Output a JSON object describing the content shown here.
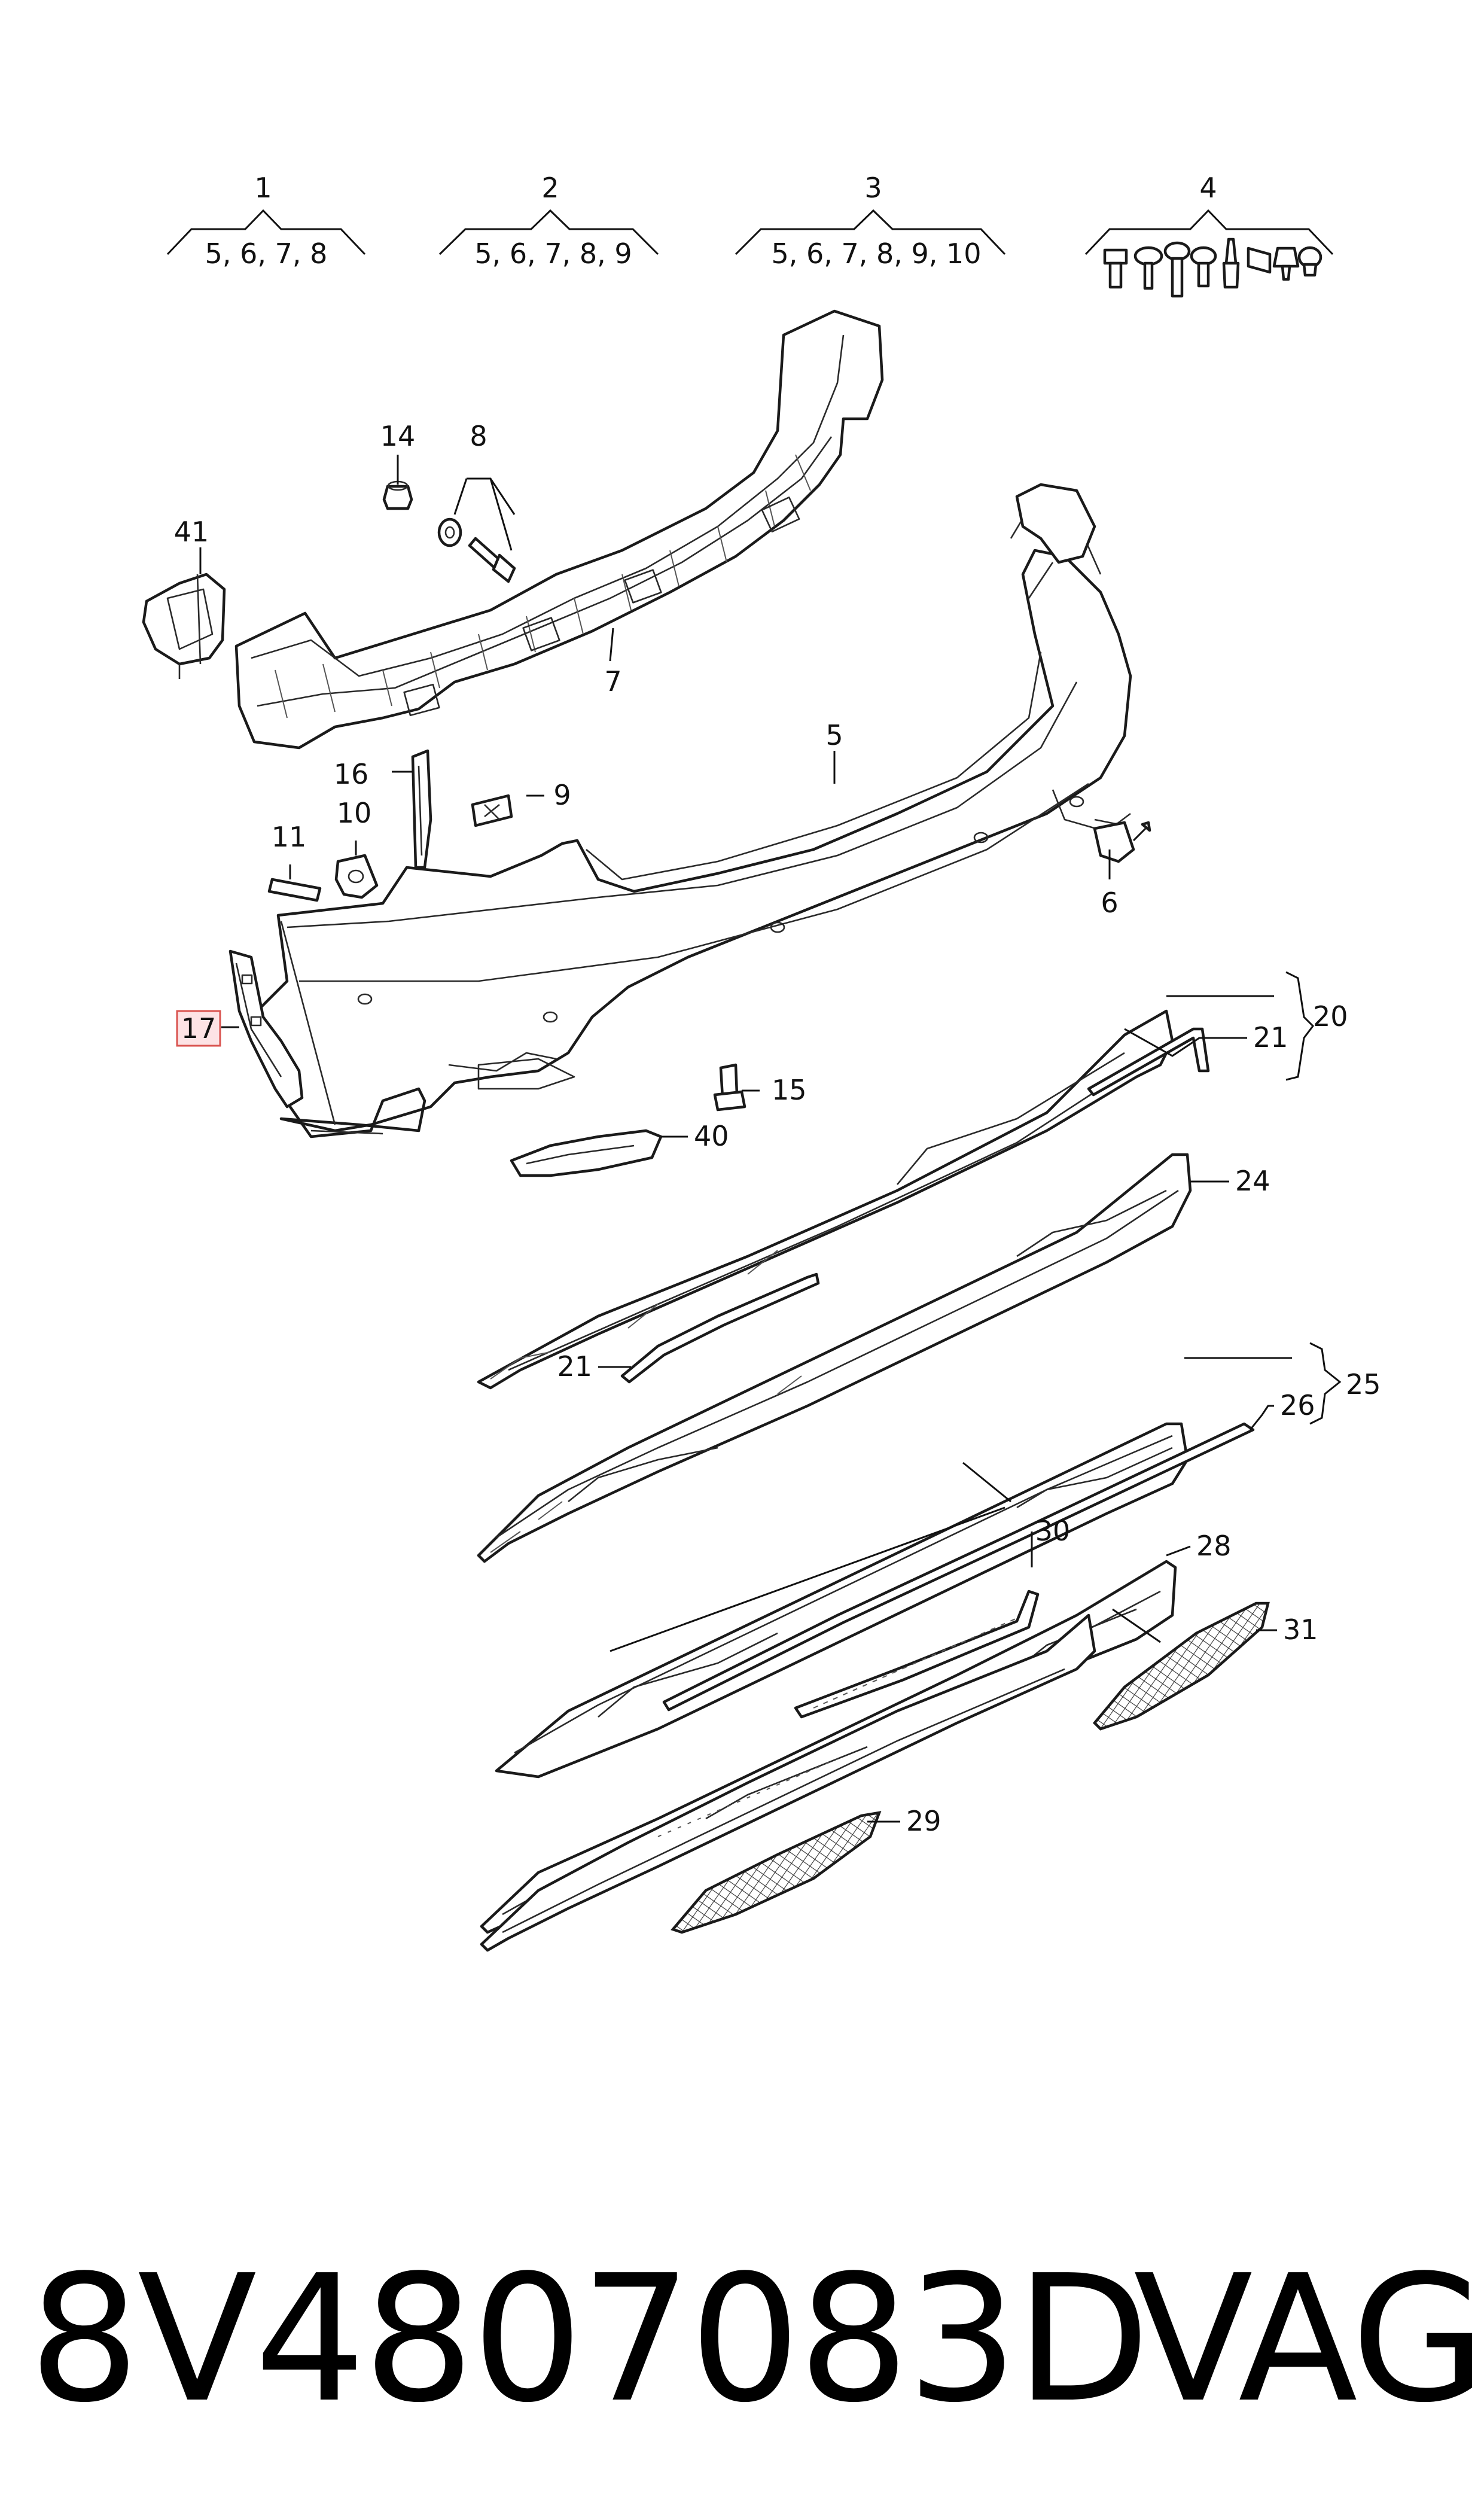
{
  "groups": [
    {
      "number": "1",
      "contents": "5, 6, 7, 8"
    },
    {
      "number": "2",
      "contents": "5, 6, 7, 8, 9"
    },
    {
      "number": "3",
      "contents": "5, 6, 7, 8, 9, 10"
    },
    {
      "number": "4",
      "contents": ""
    }
  ],
  "callouts": {
    "c5": "5",
    "c6": "6",
    "c7": "7",
    "c8": "8",
    "c9": "9",
    "c10": "10",
    "c11": "11",
    "c14": "14",
    "c15": "15",
    "c16": "16",
    "c17": "17",
    "c20": "20",
    "c21a": "21",
    "c21b": "21",
    "c24": "24",
    "c25": "25",
    "c26": "26",
    "c28": "28",
    "c29": "29",
    "c30": "30",
    "c31": "31",
    "c40": "40",
    "c41": "41"
  },
  "highlighted_callout": "17",
  "colors": {
    "highlight_fill": "#fde3e5",
    "highlight_border": "#d9534f",
    "line": "#1a1a1a"
  },
  "footer": {
    "part_number": "8V4807083D",
    "brand": "VAG"
  }
}
